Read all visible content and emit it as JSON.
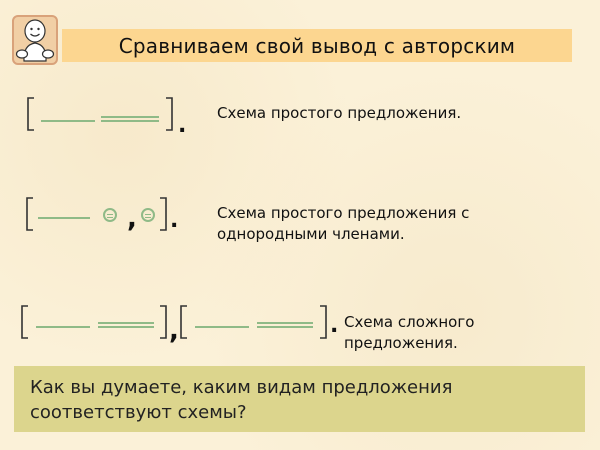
{
  "header": {
    "title": "Сравниваем свой вывод с авторским",
    "avatar_icon": "smiling-child-icon"
  },
  "schemes": [
    {
      "type": "simple",
      "pattern": "[ ___ ═══ ].",
      "description": "Схема простого предложения."
    },
    {
      "type": "homogeneous",
      "pattern": "[ ___ ⊜ , ⊜ ].",
      "description": "Схема простого предложения с однородными членами."
    },
    {
      "type": "complex",
      "pattern": "[ ___ ═══ ], [ ___ ═══ ].",
      "description": "Схема сложного предложения."
    }
  ],
  "symbols": {
    "dot": ".",
    "comma": ","
  },
  "question": {
    "text": "Как вы думаете, каким видам предложения соответствуют схемы?"
  },
  "colors": {
    "background": "#fbf1d8",
    "title_bar": "#fcd690",
    "question_box": "#dcd58d",
    "scheme_lines": "#8fba87"
  }
}
